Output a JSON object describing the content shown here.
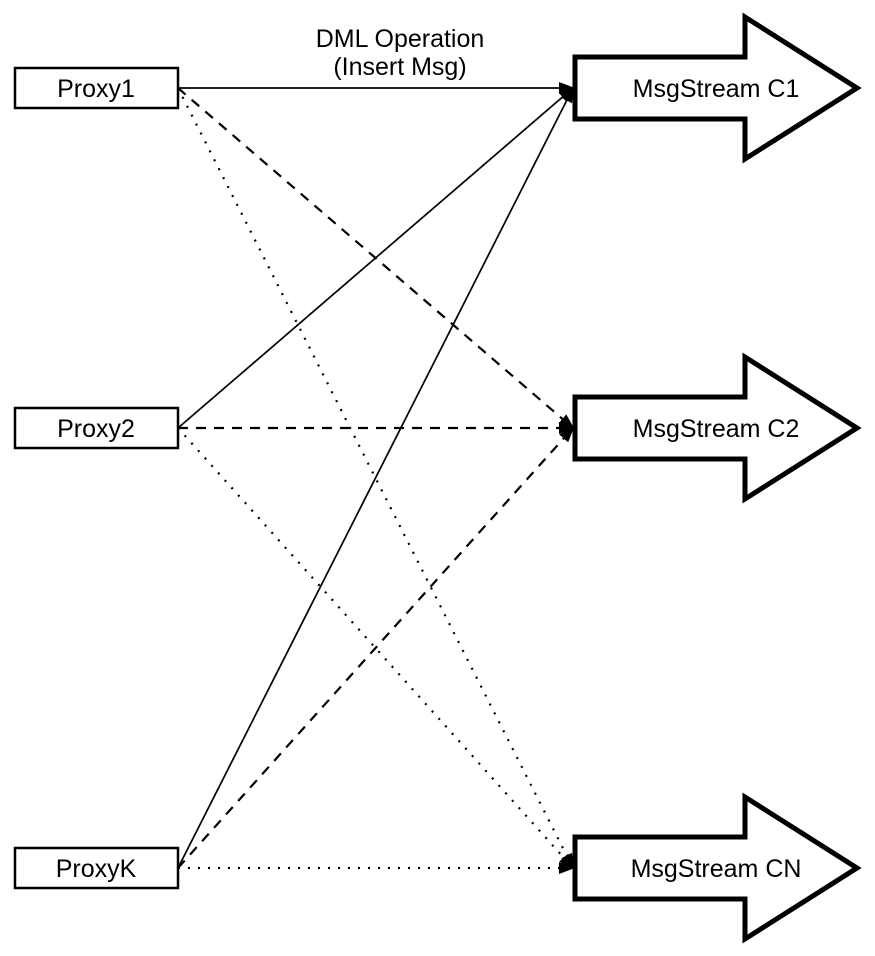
{
  "diagram": {
    "title": {
      "line1": "DML Operation",
      "line2": "(Insert Msg)"
    },
    "proxies": [
      {
        "id": "proxy1",
        "label": "Proxy1"
      },
      {
        "id": "proxy2",
        "label": "Proxy2"
      },
      {
        "id": "proxyk",
        "label": "ProxyK"
      }
    ],
    "streams": [
      {
        "id": "c1",
        "label": "MsgStream C1",
        "incoming_line_style": "solid"
      },
      {
        "id": "c2",
        "label": "MsgStream C2",
        "incoming_line_style": "dashed"
      },
      {
        "id": "cn",
        "label": "MsgStream CN",
        "incoming_line_style": "dotted"
      }
    ],
    "connections": [
      {
        "from": "Proxy1",
        "to": "MsgStream C1",
        "style": "solid"
      },
      {
        "from": "Proxy2",
        "to": "MsgStream C1",
        "style": "solid"
      },
      {
        "from": "ProxyK",
        "to": "MsgStream C1",
        "style": "solid"
      },
      {
        "from": "Proxy1",
        "to": "MsgStream C2",
        "style": "dashed"
      },
      {
        "from": "Proxy2",
        "to": "MsgStream C2",
        "style": "dashed"
      },
      {
        "from": "ProxyK",
        "to": "MsgStream C2",
        "style": "dashed"
      },
      {
        "from": "Proxy1",
        "to": "MsgStream CN",
        "style": "dotted"
      },
      {
        "from": "Proxy2",
        "to": "MsgStream CN",
        "style": "dotted"
      },
      {
        "from": "ProxyK",
        "to": "MsgStream CN",
        "style": "dotted"
      }
    ],
    "colors": {
      "stroke": "#000000",
      "fill": "#ffffff"
    }
  }
}
